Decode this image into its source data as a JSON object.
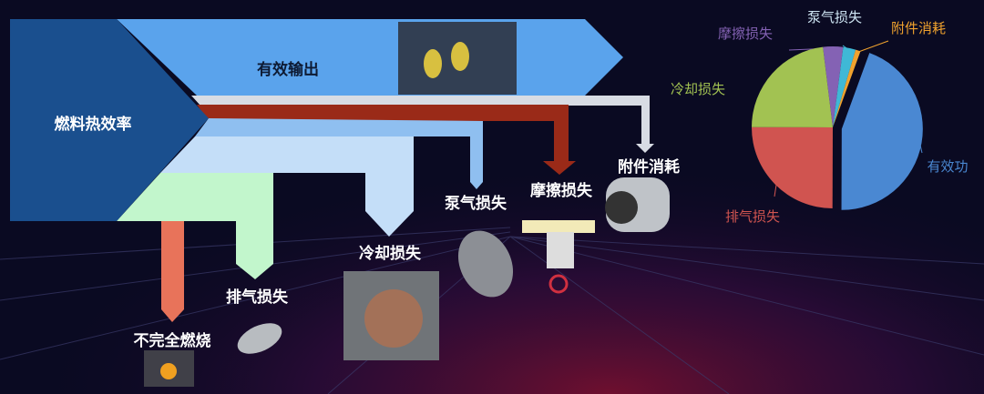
{
  "flow": {
    "source_label": "燃料热效率",
    "effective_output_label": "有效输出",
    "losses": [
      {
        "label": "附件消耗",
        "color": "#d8dce4"
      },
      {
        "label": "摩擦损失",
        "color": "#9a2a18"
      },
      {
        "label": "泵气损失",
        "color": "#8fbff0"
      },
      {
        "label": "冷却损失",
        "color": "#c4def8"
      },
      {
        "label": "排气损失",
        "color": "#c2f6cc"
      },
      {
        "label": "不完全燃烧",
        "color": "#e8735a"
      }
    ],
    "colors": {
      "source": "#1a4f8e",
      "effective": "#5aa3ec",
      "background": "#0a0a22"
    }
  },
  "chart_data": {
    "type": "pie",
    "start_angle_deg": -7,
    "exploded": "有效功",
    "slices": [
      {
        "label": "摩擦损失",
        "value": 4,
        "color": "#8462b4"
      },
      {
        "label": "泵气损失",
        "value": 2.5,
        "color": "#3fb8d6"
      },
      {
        "label": "附件消耗",
        "value": 1,
        "color": "#f0a22e"
      },
      {
        "label": "有效功",
        "value": 44.5,
        "color": "#4a88d2"
      },
      {
        "label": "排气损失",
        "value": 25,
        "color": "#d05450"
      },
      {
        "label": "冷却损失",
        "value": 23,
        "color": "#a2c252"
      }
    ]
  }
}
